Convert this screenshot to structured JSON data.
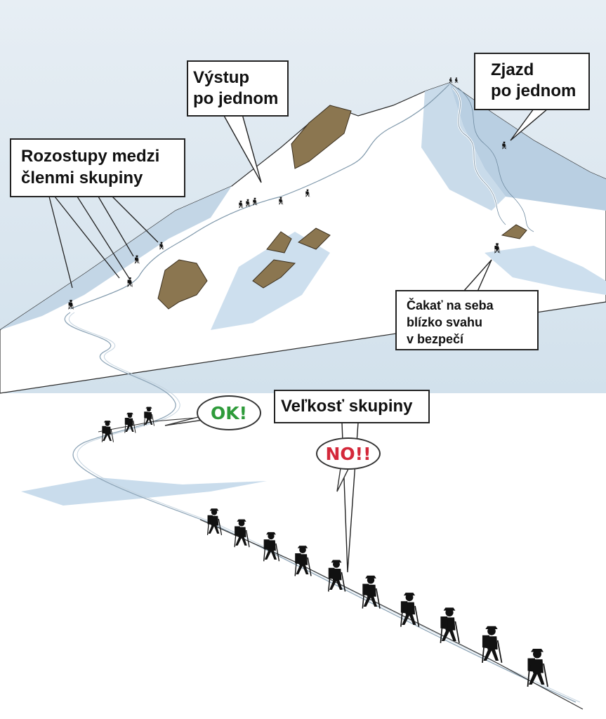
{
  "callouts": {
    "ascent": "Výstup\npo jednom",
    "descent": "Zjazd\npo jednom",
    "spacing": "Rozostupy medzi\nčlenmi skupiny",
    "wait": "Čakať na seba\nblízko svahu\nv bezpečí",
    "group_size": "Veľkosť skupiny"
  },
  "bubbles": {
    "ok": "OK!",
    "no": "NO!!"
  },
  "colors": {
    "sky": "#dfe9f1",
    "snow": "#ffffff",
    "shadow": "#b9d0e3",
    "rock": "#8b7650",
    "ok": "#2e9b3a",
    "no": "#d4283a"
  }
}
